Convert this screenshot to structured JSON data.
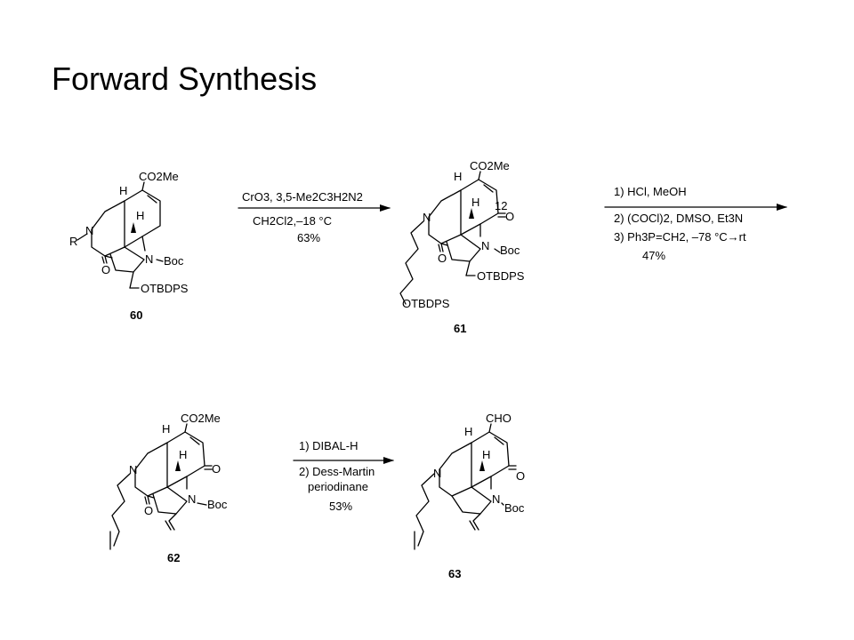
{
  "slide": {
    "title": "Forward Synthesis"
  },
  "compounds": {
    "c60": {
      "number": "60",
      "labels": {
        "co2me": "CO2Me",
        "h1": "H",
        "h2": "H",
        "n_ring": "N",
        "r": "R",
        "o": "O",
        "n_boc": "N",
        "boc": "Boc",
        "otbdps": "OTBDPS"
      }
    },
    "c61": {
      "number": "61",
      "labels": {
        "co2me": "CO2Me",
        "h1": "H",
        "h2": "H",
        "c12": "12",
        "o_ketone": "O",
        "n_ring": "N",
        "o": "O",
        "n_boc": "N",
        "boc": "Boc",
        "otbdps_ring": "OTBDPS",
        "otbdps_chain": "OTBDPS"
      }
    },
    "c62": {
      "number": "62",
      "labels": {
        "co2me": "CO2Me",
        "h1": "H",
        "h2": "H",
        "o_ketone": "O",
        "n_ring": "N",
        "o": "O",
        "n_boc": "N",
        "boc": "Boc"
      }
    },
    "c63": {
      "number": "63",
      "labels": {
        "cho": "CHO",
        "h1": "H",
        "h2": "H",
        "o_ketone": "O",
        "n_ring": "N",
        "n_boc": "N",
        "boc": "Boc"
      }
    }
  },
  "steps": [
    {
      "reagents": "CrO3, 3,5-Me2C3H2N2",
      "solvent": "CH2Cl2,–18 °C",
      "yield": "63%"
    },
    {
      "line1": "1) HCl, MeOH",
      "line2": "2) (COCl)2, DMSO, Et3N",
      "line3": "3) Ph3P=CH2, –78 °C→rt",
      "yield": "47%"
    },
    {
      "line1": "1) DIBAL-H",
      "line2": "2) Dess-Martin",
      "line3": "periodinane",
      "yield": "53%"
    }
  ]
}
